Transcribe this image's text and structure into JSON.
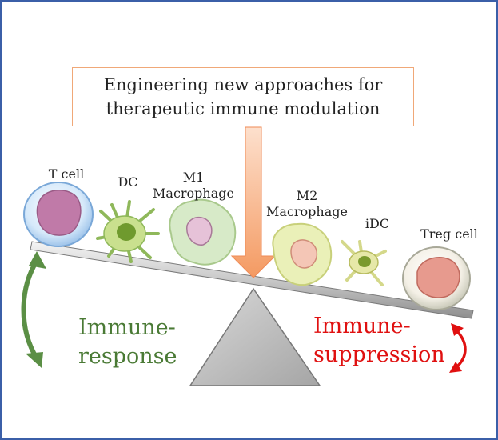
{
  "title": {
    "line1": "Engineering new approaches for",
    "line2": "therapeutic immune modulation"
  },
  "cells": {
    "t_cell": "T cell",
    "dc": "DC",
    "m1_line1": "M1",
    "m1_line2": "Macrophage",
    "m2_line1": "M2",
    "m2_line2": "Macrophage",
    "idc": "iDC",
    "treg": "Treg cell"
  },
  "sides": {
    "left_line1": "Immune-",
    "left_line2": "response",
    "right_line1": "Immune-",
    "right_line2": "suppression"
  },
  "colors": {
    "border": "#3b5fa8",
    "response_green": "#4a7a35",
    "suppression_red": "#e01010",
    "arrow_orange": "#f5a070"
  }
}
